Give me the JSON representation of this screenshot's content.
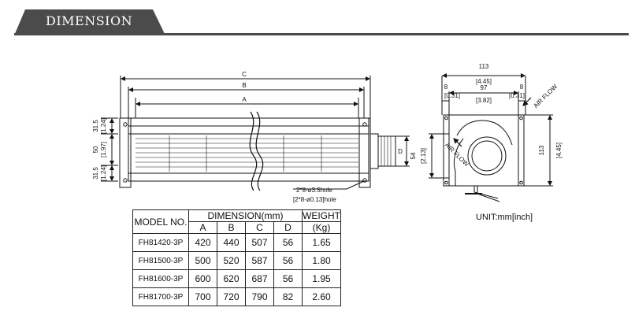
{
  "header": {
    "title": "DIMENSION"
  },
  "drawing": {
    "front": {
      "dim_c": "C",
      "dim_b": "B",
      "dim_a": "A",
      "dim_d": "D",
      "left_top_mm": "31.5",
      "left_top_in": "[1.24]",
      "left_mid_mm": "50",
      "left_mid_in": "[1.97]",
      "left_bot_mm": "31.5",
      "left_bot_in": "[1.24]",
      "hole_mm": "2*8-ø3.5hole",
      "hole_in": "[2*8-ø0.13]hole"
    },
    "side": {
      "width_mm": "113",
      "width_in": "[4.45]",
      "inner_mm": "97",
      "inner_in": "[3.82]",
      "edge_left_mm": "8",
      "edge_left_in": "[0.31]",
      "edge_right_mm": "8",
      "edge_right_in": "[0.31]",
      "height_mm": "113",
      "height_in": "[4.45]",
      "outlet_mm": "54",
      "outlet_in": "[2.13]",
      "airflow_1": "AIR FLOW",
      "airflow_2": "AIR FLOW"
    },
    "unit": "UNIT:mm[inch]"
  },
  "table": {
    "model_header": "MODEL NO.",
    "dimension_header": "DIMENSION(mm)",
    "weight_header": "WEIGHT",
    "weight_unit": "(Kg)",
    "sub": [
      "A",
      "B",
      "C",
      "D"
    ],
    "rows": [
      {
        "model": "FH81420-3P",
        "a": "420",
        "b": "440",
        "c": "507",
        "d": "56",
        "w": "1.65"
      },
      {
        "model": "FH81500-3P",
        "a": "500",
        "b": "520",
        "c": "587",
        "d": "56",
        "w": "1.80"
      },
      {
        "model": "FH81600-3P",
        "a": "600",
        "b": "620",
        "c": "687",
        "d": "56",
        "w": "1.95"
      },
      {
        "model": "FH81700-3P",
        "a": "700",
        "b": "720",
        "c": "790",
        "d": "82",
        "w": "2.60"
      }
    ]
  }
}
